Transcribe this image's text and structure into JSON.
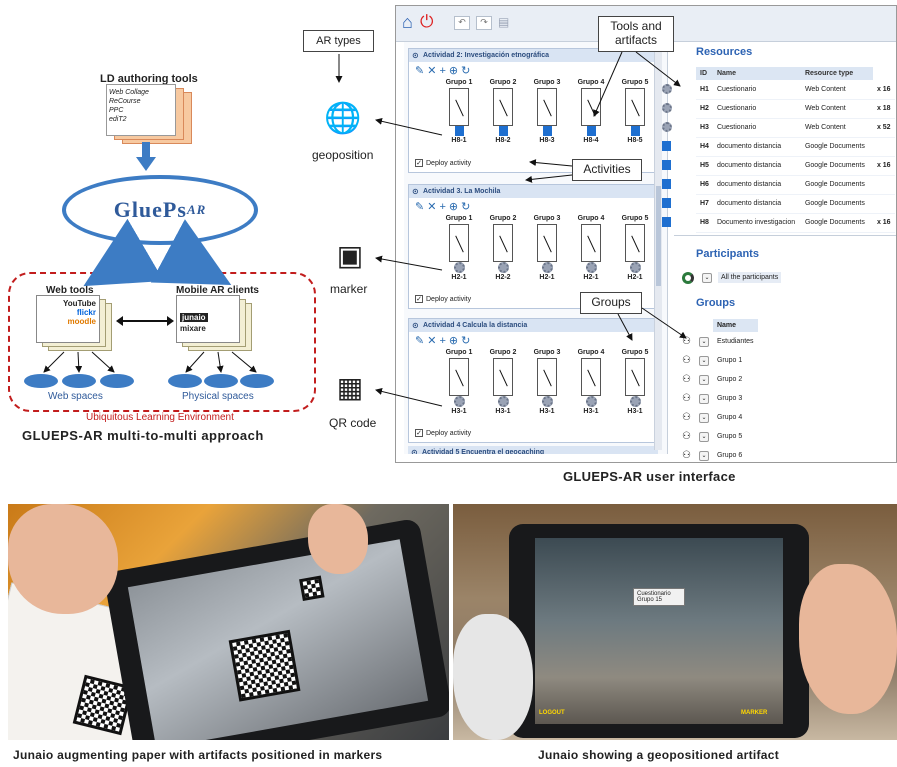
{
  "left_panel": {
    "ld_title": "LD authoring tools",
    "ld_tools": [
      "Web Collage",
      "ReCourse",
      "PPC",
      "ediT2"
    ],
    "core_name": "GluePs",
    "core_suffix": "AR",
    "web_tools_title": "Web tools",
    "web_tools": [
      "YouTube",
      "flickr",
      "moodle"
    ],
    "mobile_title": "Mobile AR clients",
    "mobile_tools": [
      "junaio",
      "mixare"
    ],
    "web_spaces": "Web spaces",
    "physical_spaces": "Physical spaces",
    "environment_label": "Ubiquitous Learning Environment",
    "caption": "GLUEPS-AR multi-to-multi approach"
  },
  "ar_types": {
    "title": "AR types",
    "items": [
      {
        "label": "geoposition",
        "icon": "globe-search-icon"
      },
      {
        "label": "marker",
        "icon": "marker-search-icon"
      },
      {
        "label": "QR code",
        "icon": "qr-search-icon"
      }
    ]
  },
  "callouts": {
    "tools_artifacts": "Tools and artifacts",
    "activities": "Activities",
    "groups": "Groups"
  },
  "ui": {
    "activities": [
      {
        "title": "Actividad 2: Investigación etnográfica",
        "artifacts": [
          "H8-1",
          "H8-2",
          "H8-3",
          "H8-4",
          "H8-5"
        ],
        "tool": "doc"
      },
      {
        "title": "Actividad 3. La Mochila",
        "artifacts": [
          "H2-1",
          "H2-2",
          "H2-1",
          "H2-1",
          "H2-1"
        ],
        "tool": "cog"
      },
      {
        "title": "Actividad 4 Calcula la distancia",
        "artifacts": [
          "H3-1",
          "H3-1",
          "H3-1",
          "H3-1",
          "H3-1"
        ],
        "tool": "cog"
      }
    ],
    "next_activity": "Actividad 5 Encuentra el geocaching",
    "group_names": [
      "Grupo 1",
      "Grupo 2",
      "Grupo 3",
      "Grupo 4",
      "Grupo 5"
    ],
    "deploy_label": "Deploy activity",
    "resources_title": "Resources",
    "resources_headers": [
      "ID",
      "Name",
      "Resource type"
    ],
    "resources": [
      {
        "id": "H1",
        "name": "Cuestionario",
        "type": "Web Content",
        "count": "x 16",
        "icon": "cog"
      },
      {
        "id": "H2",
        "name": "Cuestionario",
        "type": "Web Content",
        "count": "x 18",
        "icon": "cog"
      },
      {
        "id": "H3",
        "name": "Cuestionario",
        "type": "Web Content",
        "count": "x 52",
        "icon": "cog"
      },
      {
        "id": "H4",
        "name": "documento distancia",
        "type": "Google Documents",
        "count": "",
        "icon": "doc"
      },
      {
        "id": "H5",
        "name": "documento distancia",
        "type": "Google Documents",
        "count": "x 16",
        "icon": "doc"
      },
      {
        "id": "H6",
        "name": "documento distancia",
        "type": "Google Documents",
        "count": "",
        "icon": "doc"
      },
      {
        "id": "H7",
        "name": "documento distancia",
        "type": "Google Documents",
        "count": "",
        "icon": "doc"
      },
      {
        "id": "H8",
        "name": "Documento investigacion",
        "type": "Google Documents",
        "count": "x 16",
        "icon": "doc"
      }
    ],
    "participants_title": "Participants",
    "participants_all": "All the participants",
    "groups_title": "Groups",
    "groups_header": "Name",
    "groups": [
      "Estudiantes",
      "Grupo 1",
      "Grupo 2",
      "Grupo 3",
      "Grupo 4",
      "Grupo 5",
      "Grupo 6"
    ],
    "caption": "GLUEPS-AR user interface"
  },
  "photos": {
    "left_caption": "Junaio augmenting paper with artifacts positioned in markers",
    "right_caption": "Junaio showing a geopositioned artifact",
    "popup_title": "Cuestionario",
    "popup_sub": "Grupo 15",
    "logout": "LOGOUT",
    "markers": "MARKER"
  },
  "colors": {
    "accent_blue": "#3d7cc4",
    "ule_red": "#c21d1d",
    "ui_title_blue": "#2d63b3"
  }
}
